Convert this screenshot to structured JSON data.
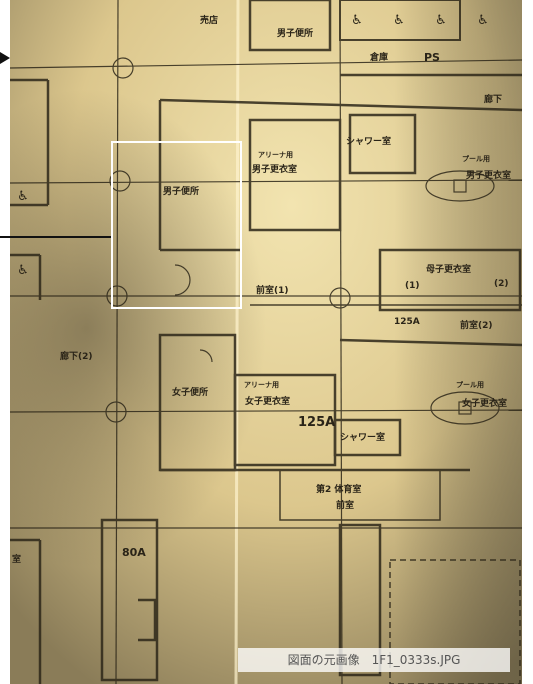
{
  "caption": "図面の元画像　1F1_0333s.JPG",
  "icons": {
    "wheelchair": "wheelchair-icon",
    "column_marker": "column-marker-icon",
    "arrow": "arrow-right-icon"
  },
  "colors": {
    "paper_light": "#efe2b0",
    "paper_mid": "#d9c48a",
    "paper_dark": "#8b7d55",
    "ink": "#2a2418",
    "highlight": "#ffffff"
  },
  "rooms": {
    "shop": "売店",
    "mens_toilet_top": "男子便所",
    "storage": "倉庫",
    "ps": "PS",
    "corridor_top_right": "廊下",
    "shower_top": "シャワー室",
    "arena_top": "アリーナ用",
    "mens_locker_arena": "男子更衣室",
    "pool_top": "プール用",
    "mens_locker_pool": "男子更衣室",
    "mens_toilet_mid": "男子便所",
    "mother_child_locker": "母子更衣室",
    "mc_room_1": "(1)",
    "mc_room_2": "(2)",
    "anteroom_1": "前室(1)",
    "code_125a_top": "125A",
    "anteroom_2": "前室(2)",
    "corridor_f2": "廊下(2)",
    "womens_toilet": "女子便所",
    "arena_bottom": "アリーナ用",
    "womens_locker_arena": "女子更衣室",
    "code_125a_bottom": "125A",
    "shower_bottom": "シャワー室",
    "pool_bottom": "プール用",
    "womens_locker_pool": "女子更衣室",
    "gym2_anteroom": "第2 体育室",
    "gym2_anteroom_sub": "前室",
    "code_80a": "80A",
    "left_room": "室"
  }
}
